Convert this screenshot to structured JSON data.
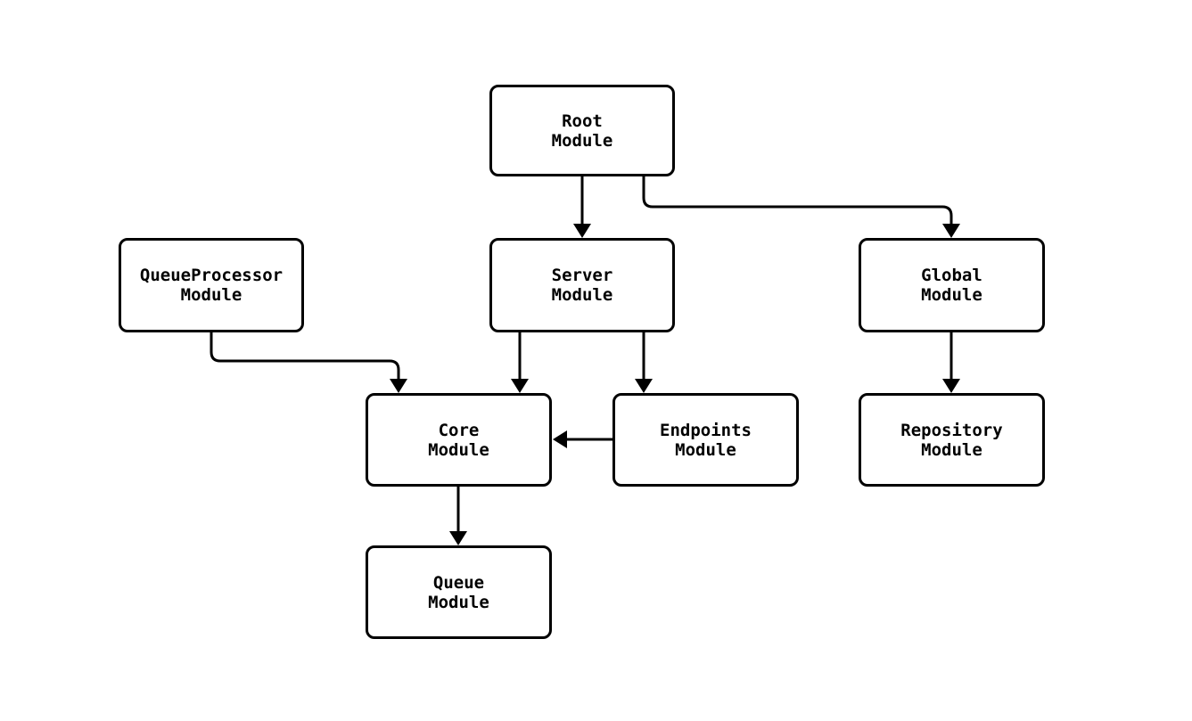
{
  "diagram": {
    "type": "flowchart",
    "background_color": "#ffffff",
    "node_fill_color": "#ffffff",
    "stroke_color": "#000000",
    "nodes": [
      {
        "id": "root",
        "line1": "Root",
        "line2": "Module"
      },
      {
        "id": "queueprocessor",
        "line1": "QueueProcessor",
        "line2": "Module"
      },
      {
        "id": "server",
        "line1": "Server",
        "line2": "Module"
      },
      {
        "id": "global",
        "line1": "Global",
        "line2": "Module"
      },
      {
        "id": "core",
        "line1": "Core",
        "line2": "Module"
      },
      {
        "id": "endpoints",
        "line1": "Endpoints",
        "line2": "Module"
      },
      {
        "id": "repository",
        "line1": "Repository",
        "line2": "Module"
      },
      {
        "id": "queue",
        "line1": "Queue",
        "line2": "Module"
      }
    ],
    "edges": [
      {
        "from": "Root Module",
        "to": "Server Module"
      },
      {
        "from": "Root Module",
        "to": "Global Module"
      },
      {
        "from": "QueueProcessor Module",
        "to": "Core Module"
      },
      {
        "from": "Server Module",
        "to": "Core Module"
      },
      {
        "from": "Server Module",
        "to": "Endpoints Module"
      },
      {
        "from": "Endpoints Module",
        "to": "Core Module"
      },
      {
        "from": "Global Module",
        "to": "Repository Module"
      },
      {
        "from": "Core Module",
        "to": "Queue Module"
      }
    ]
  }
}
